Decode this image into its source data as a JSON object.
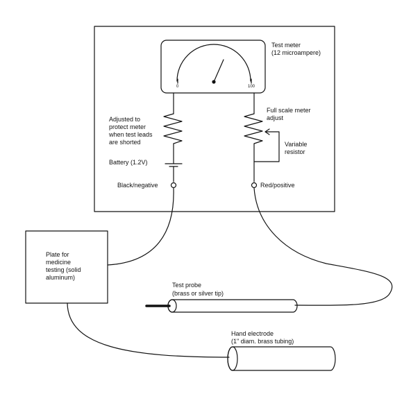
{
  "meter": {
    "title_line1": "Test meter",
    "title_line2": "(12 microampere)",
    "scale_min": "0",
    "scale_max": "100"
  },
  "labels": {
    "adjust_line1": "Adjusted to",
    "adjust_line2": "protect meter",
    "adjust_line3": "when test leads",
    "adjust_line4": "are shorted",
    "battery": "Battery (1.2V)",
    "black_negative": "Black/negative",
    "red_positive": "Red/positive",
    "full_scale_line1": "Full scale meter",
    "full_scale_line2": "adjust",
    "variable_line1": "Variable",
    "variable_line2": "resistor",
    "plate_line1": "Plate for",
    "plate_line2": "medicine",
    "plate_line3": "testing (solid",
    "plate_line4": "aluminum)",
    "probe_line1": "Test probe",
    "probe_line2": "(brass or silver tip)",
    "hand_line1": "Hand electrode",
    "hand_line2": "(1\" diam. brass tubing)"
  },
  "colors": {
    "line": "#111111",
    "background": "#ffffff"
  }
}
